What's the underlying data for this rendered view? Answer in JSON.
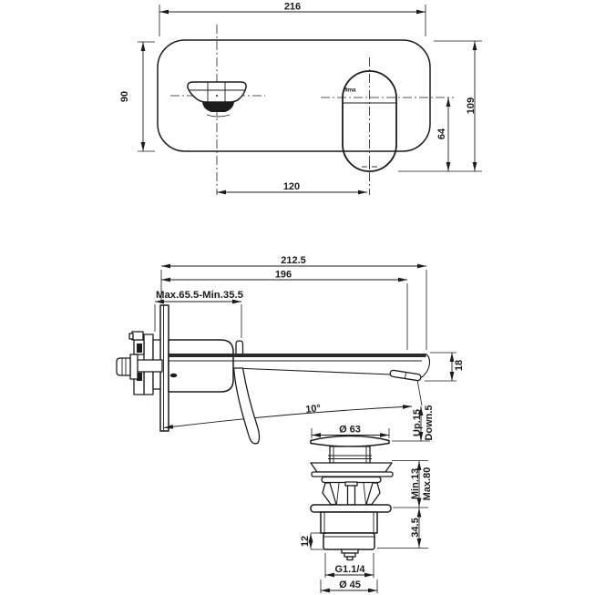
{
  "colors": {
    "background": "#ffffff",
    "line": "#1c1c1c"
  },
  "brand": {
    "logo": "fima"
  },
  "top_view": {
    "dims": {
      "overall_width": "216",
      "plate_height": "90",
      "overall_height": "109",
      "handle_drop": "64",
      "spout_to_handle_center": "120"
    }
  },
  "side_view": {
    "dims": {
      "overall_depth": "212.5",
      "spout_reach": "196",
      "wall_thickness_range": "Max.65.5-Min.35.5",
      "spout_end_height": "18",
      "spout_tilt": "10°",
      "tip_travel_up": "Up.15",
      "tip_travel_down": "Down.5"
    }
  },
  "drain_view": {
    "dims": {
      "cap_diameter": "Ø 63",
      "deck_min": "Min.13",
      "deck_max": "Max.80",
      "under_deck_height": "34.5",
      "locknut_height": "12",
      "outlet_thread": "G1.1/4",
      "body_diameter": "Ø 45"
    }
  }
}
